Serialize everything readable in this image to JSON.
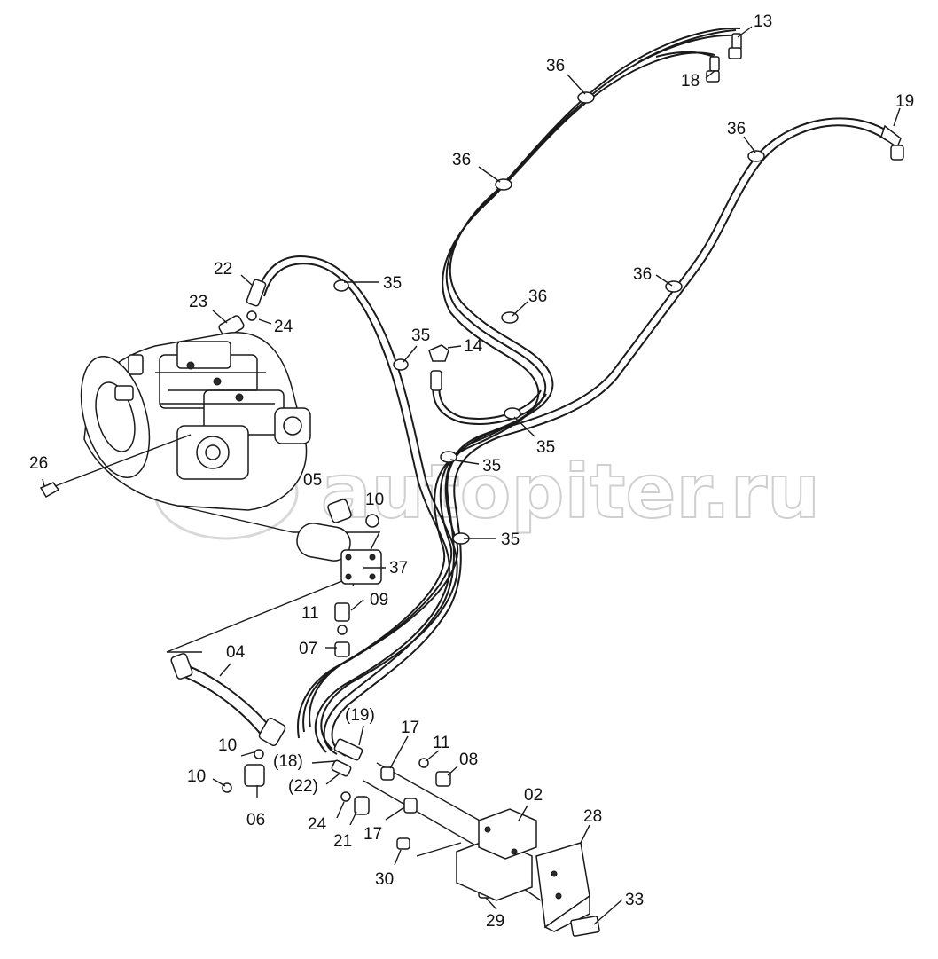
{
  "watermark": "autopiter.ru",
  "labels": {
    "p13": "13",
    "p18": "18",
    "p36a": "36",
    "p19": "19",
    "p36b": "36",
    "p36c": "36",
    "p22": "22",
    "p35a": "35",
    "p36d": "36",
    "p36e": "36",
    "p23": "23",
    "p24a": "24",
    "p35b": "35",
    "p14": "14",
    "p35c": "35",
    "p26": "26",
    "p35d": "35",
    "p05": "05",
    "p10a": "10",
    "p35e": "35",
    "p37": "37",
    "p11a": "11",
    "p09": "09",
    "p07": "07",
    "p04": "04",
    "p19p": "(19)",
    "p17a": "17",
    "p11b": "11",
    "p08": "08",
    "p10b": "10",
    "p18p": "(18)",
    "p22p": "(22)",
    "p10c": "10",
    "p06": "06",
    "p02": "02",
    "p24b": "24",
    "p21": "21",
    "p17b": "17",
    "p28": "28",
    "p30": "30",
    "p33": "33",
    "p29": "29"
  }
}
